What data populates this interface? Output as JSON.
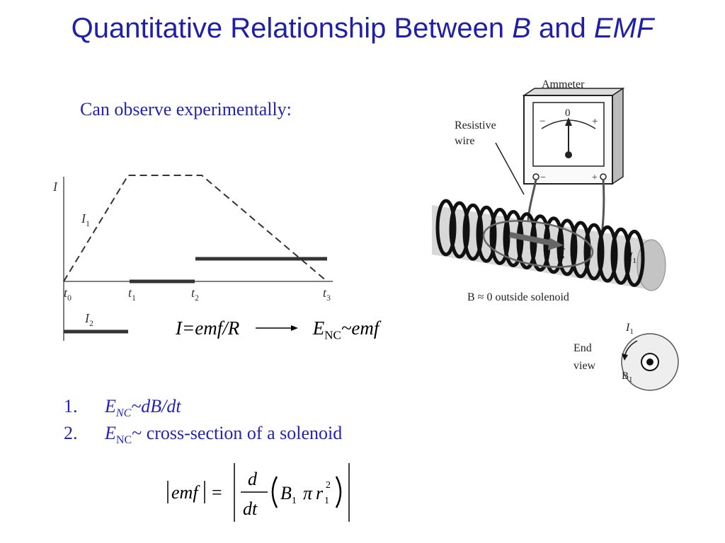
{
  "slide": {
    "title_prefix": "Quantitative Relationship Between ",
    "title_b": "B",
    "title_and": " and ",
    "title_emf": "EMF",
    "observe": "Can observe experimentally:"
  },
  "graph": {
    "y_label": "I",
    "i1_label": "I",
    "i1_sub": "1",
    "i2_label": "I",
    "i2_sub": "2",
    "t_labels": [
      {
        "t": "t",
        "s": "0"
      },
      {
        "t": "t",
        "s": "1"
      },
      {
        "t": "t",
        "s": "2"
      },
      {
        "t": "t",
        "s": "3"
      }
    ]
  },
  "relation": {
    "left": "I=emf/R",
    "right_e": "E",
    "right_sub": "NC",
    "right_tail": "~emf"
  },
  "apparatus": {
    "ammeter": "Ammeter",
    "zero": "0",
    "minus": "−",
    "plus": "+",
    "resistive_1": "Resistive",
    "resistive_2": "wire",
    "b_vec": "B",
    "i1": "I",
    "i1_sub": "1",
    "outside": "B ≈ 0 outside solenoid",
    "end_1": "End",
    "end_2": "view",
    "end_i": "I",
    "end_i_sub": "1",
    "end_b": "B",
    "end_b_sub": "1"
  },
  "list": [
    {
      "num": "1.",
      "e": "E",
      "sub": "NC",
      "rest": "~dB/dt"
    },
    {
      "num": "2.",
      "e": "E",
      "sub": "NC",
      "rest": "~ cross-section of a solenoid"
    }
  ],
  "formula": {
    "emf": "emf",
    "eq": "=",
    "d": "d",
    "dt": "dt",
    "b": "B",
    "b_sub": "1",
    "pi": "π",
    "r": "r",
    "r_sub": "1",
    "r_sup": "2"
  }
}
